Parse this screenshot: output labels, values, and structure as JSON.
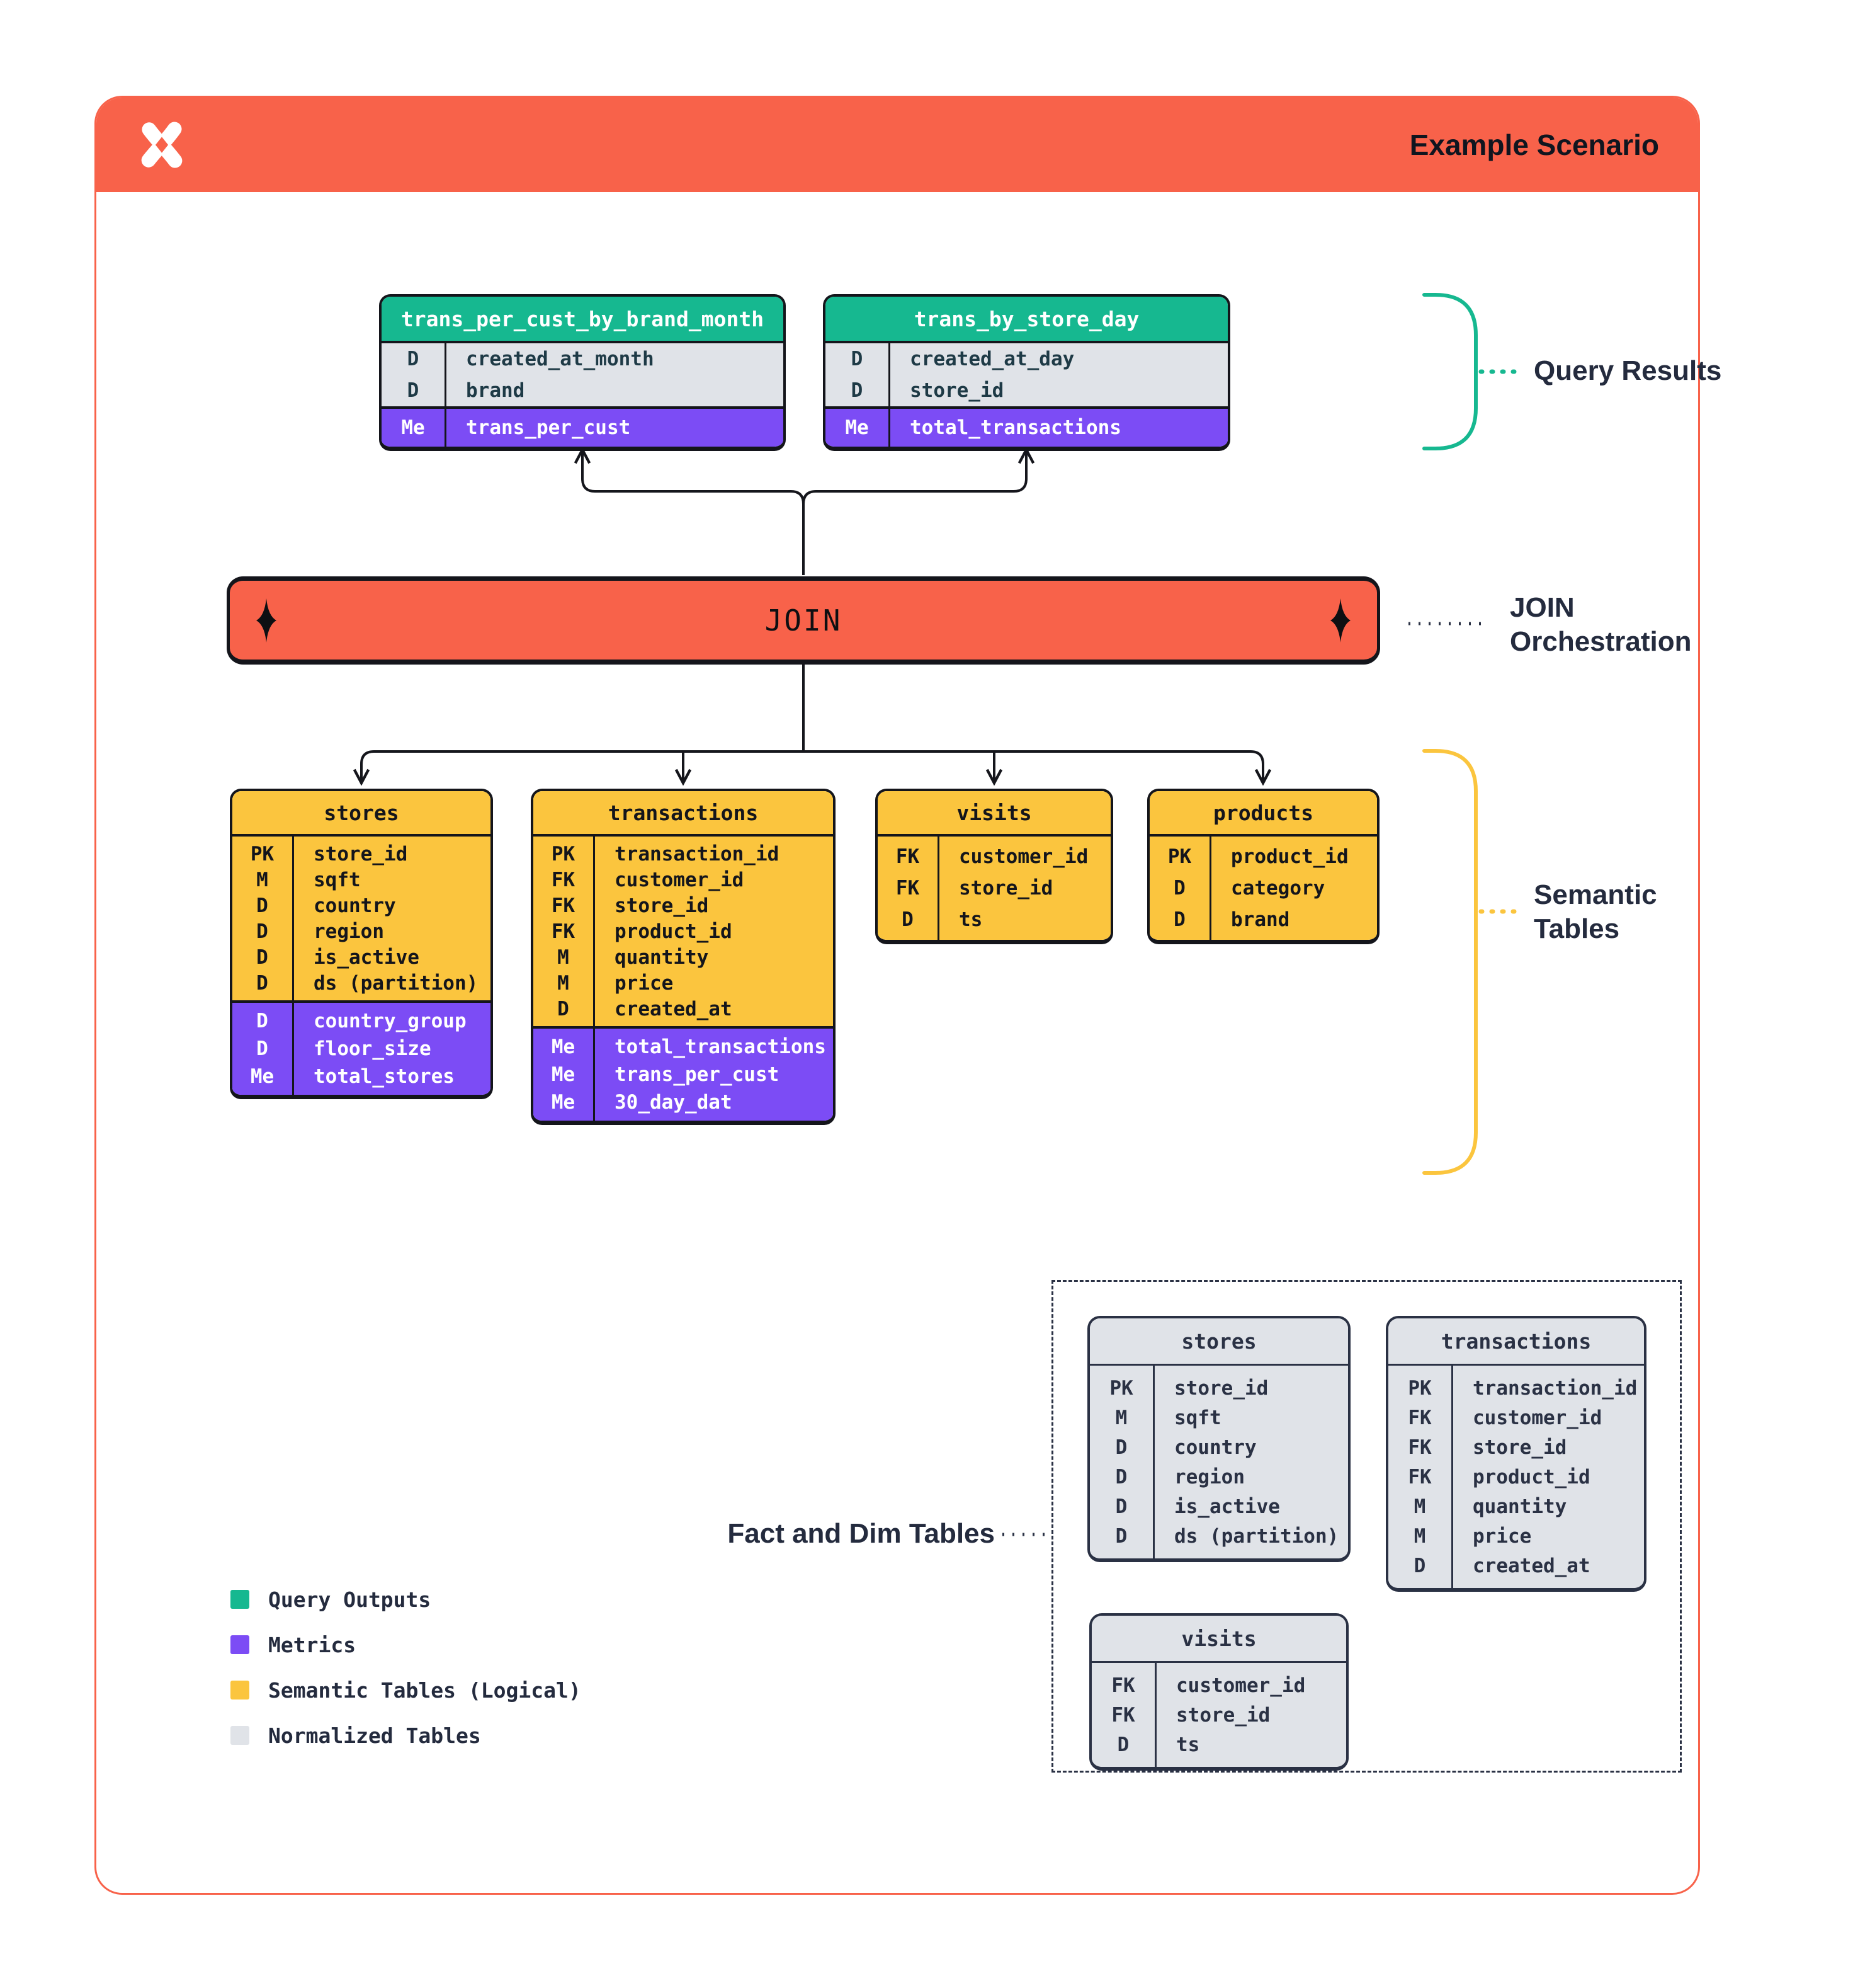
{
  "header": {
    "title": "Example Scenario",
    "logo": "dagster-mark"
  },
  "join": {
    "label": "JOIN"
  },
  "labels": {
    "query_results": "Query Results",
    "join_orchestration_line1": "JOIN",
    "join_orchestration_line2": "Orchestration",
    "semantic_line1": "Semantic",
    "semantic_line2": "Tables",
    "fact_dim": "Fact and Dim Tables"
  },
  "colors": {
    "orange": "#F8624A",
    "green": "#16B890",
    "purple": "#7C4CF5",
    "yellow": "#FBC53E",
    "gray": "#E0E3E8",
    "navy": "#2A3144",
    "ink": "#14151B"
  },
  "query_result_tables": [
    {
      "name": "trans_per_cust_by_brand_month",
      "fields": [
        [
          "D",
          "created_at_month"
        ],
        [
          "D",
          "brand"
        ]
      ],
      "metrics": [
        [
          "Me",
          "trans_per_cust"
        ]
      ]
    },
    {
      "name": "trans_by_store_day",
      "fields": [
        [
          "D",
          "created_at_day"
        ],
        [
          "D",
          "store_id"
        ]
      ],
      "metrics": [
        [
          "Me",
          "total_transactions"
        ]
      ]
    }
  ],
  "semantic_tables": [
    {
      "name": "stores",
      "fields": [
        [
          "PK",
          "store_id"
        ],
        [
          "M",
          "sqft"
        ],
        [
          "D",
          "country"
        ],
        [
          "D",
          "region"
        ],
        [
          "D",
          "is_active"
        ],
        [
          "D",
          "ds (partition)"
        ]
      ],
      "metrics": [
        [
          "D",
          "country_group"
        ],
        [
          "D",
          "floor_size"
        ],
        [
          "Me",
          "total_stores"
        ]
      ]
    },
    {
      "name": "transactions",
      "fields": [
        [
          "PK",
          "transaction_id"
        ],
        [
          "FK",
          "customer_id"
        ],
        [
          "FK",
          "store_id"
        ],
        [
          "FK",
          "product_id"
        ],
        [
          "M",
          "quantity"
        ],
        [
          "M",
          "price"
        ],
        [
          "D",
          "created_at"
        ]
      ],
      "metrics": [
        [
          "Me",
          "total_transactions"
        ],
        [
          "Me",
          "trans_per_cust"
        ],
        [
          "Me",
          "30_day_dat"
        ]
      ]
    },
    {
      "name": "visits",
      "fields": [
        [
          "FK",
          "customer_id"
        ],
        [
          "FK",
          "store_id"
        ],
        [
          "D",
          "ts"
        ]
      ],
      "metrics": []
    },
    {
      "name": "products",
      "fields": [
        [
          "PK",
          "product_id"
        ],
        [
          "D",
          "category"
        ],
        [
          "D",
          "brand"
        ]
      ],
      "metrics": []
    }
  ],
  "fact_tables": [
    {
      "name": "stores",
      "fields": [
        [
          "PK",
          "store_id"
        ],
        [
          "M",
          "sqft"
        ],
        [
          "D",
          "country"
        ],
        [
          "D",
          "region"
        ],
        [
          "D",
          "is_active"
        ],
        [
          "D",
          "ds (partition)"
        ]
      ],
      "metrics": []
    },
    {
      "name": "transactions",
      "fields": [
        [
          "PK",
          "transaction_id"
        ],
        [
          "FK",
          "customer_id"
        ],
        [
          "FK",
          "store_id"
        ],
        [
          "FK",
          "product_id"
        ],
        [
          "M",
          "quantity"
        ],
        [
          "M",
          "price"
        ],
        [
          "D",
          "created_at"
        ]
      ],
      "metrics": []
    },
    {
      "name": "visits",
      "fields": [
        [
          "FK",
          "customer_id"
        ],
        [
          "FK",
          "store_id"
        ],
        [
          "D",
          "ts"
        ]
      ],
      "metrics": []
    }
  ],
  "legend": [
    {
      "key": "query-outputs",
      "label": "Query Outputs",
      "color": "#16B890"
    },
    {
      "key": "metrics",
      "label": "Metrics",
      "color": "#7C4CF5"
    },
    {
      "key": "semantic-tables",
      "label": "Semantic Tables (Logical)",
      "color": "#FBC53E"
    },
    {
      "key": "normalized-tables",
      "label": "Normalized Tables",
      "color": "#E0E3E8"
    }
  ]
}
